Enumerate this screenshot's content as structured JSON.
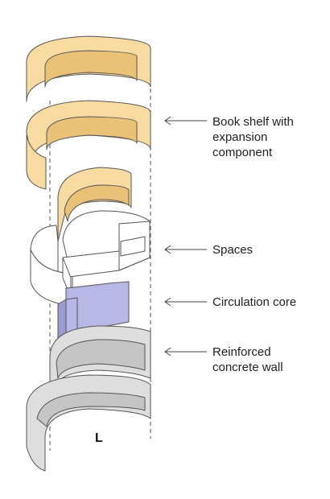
{
  "colors": {
    "shelf": "#F7DBA0",
    "shelf_dark": "#E9C278",
    "spaces": "#FFFFFF",
    "circulation": "#B8B8E6",
    "circulation_dark": "#9C9CD3",
    "wall": "#DEDEDE",
    "wall_dark": "#C5C5C5",
    "stroke": "#555555"
  },
  "labels": {
    "bookshelf": [
      "Book shelf with",
      "expansion",
      "component"
    ],
    "spaces": "Spaces",
    "circulation": "Circulation core",
    "wall": [
      "Reinforced",
      "concrete wall"
    ]
  },
  "section_mark": "L"
}
